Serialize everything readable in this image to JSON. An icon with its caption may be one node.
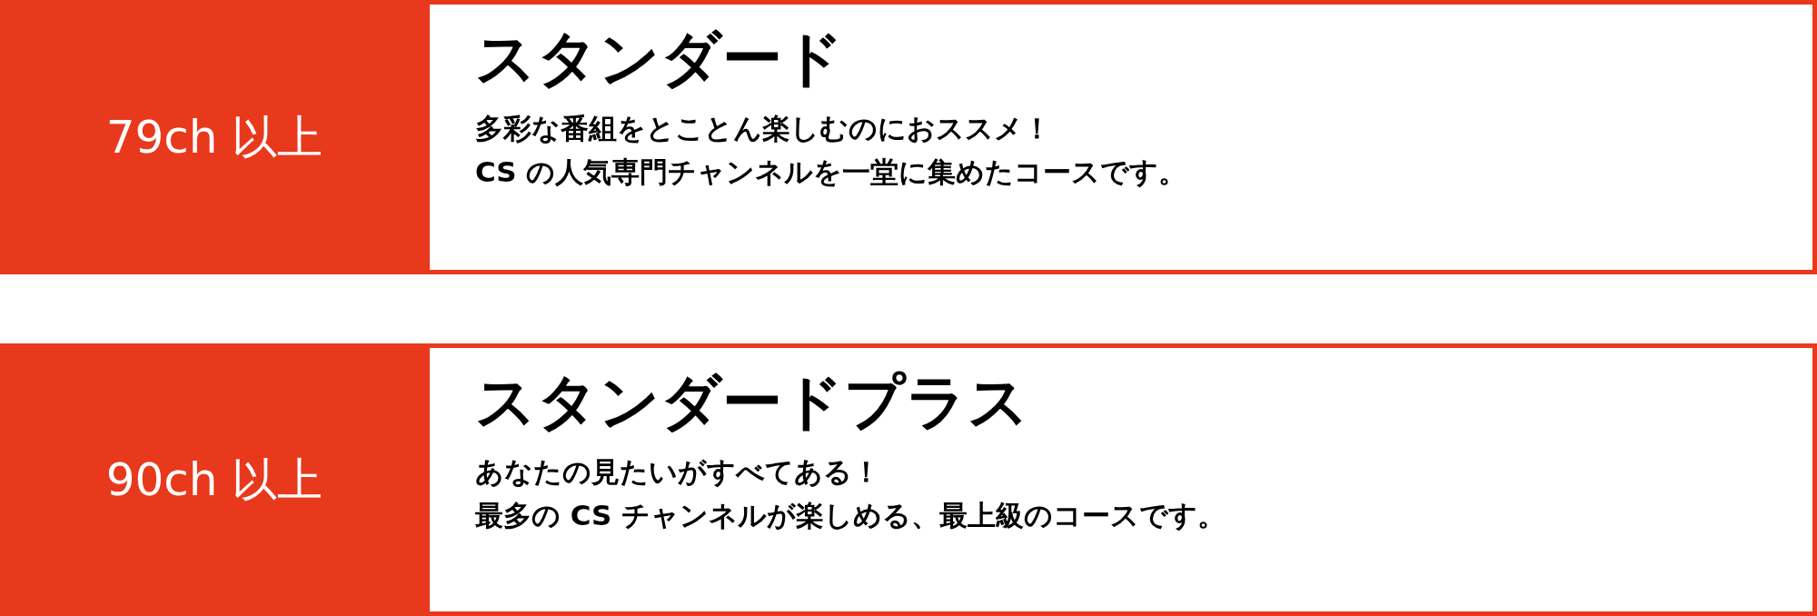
{
  "diagram": {
    "nodes": [
      {
        "text": [
          "79ch 以上"
        ]
      },
      {
        "text": [
          "スタンダード",
          "多彩な番組をとことん楽しむのにおススメ！",
          "CS の人気専門チャンネルを一堂に集めたコースです。"
        ]
      },
      {
        "text": [
          "90ch 以上"
        ]
      },
      {
        "text": [
          "スタンダードプラス",
          "あなたの見たいがすべてある！",
          "最多の CS チャンネルが楽しめる、最上級のコースです。"
        ]
      }
    ]
  }
}
